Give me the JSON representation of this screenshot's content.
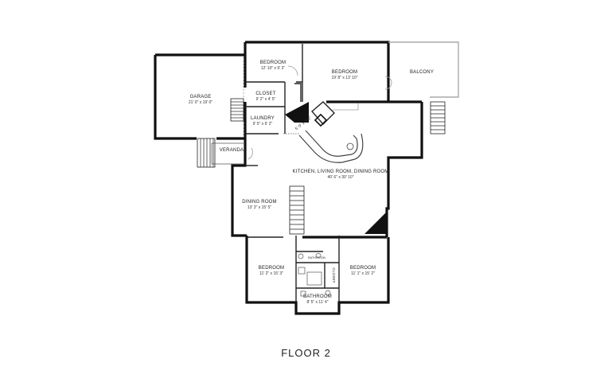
{
  "floor_label": "FLOOR 2",
  "rooms": {
    "garage": {
      "name": "GARAGE",
      "dims": "21' 0\" x 19' 0\""
    },
    "bedroom_top_left": {
      "name": "BEDROOM",
      "dims": "12' 10\" x 9' 3\""
    },
    "bedroom_top_right": {
      "name": "BEDROOM",
      "dims": "19' 8\" x 13' 10\""
    },
    "balcony": {
      "name": "BALCONY"
    },
    "closet_top": {
      "name": "CLOSET",
      "dims": "9' 2\" x 4' 5\""
    },
    "laundry": {
      "name": "LAUNDRY",
      "dims": "9' 5\" x 6' 2\""
    },
    "pantry": {
      "dims": "5' 0\" x 3' 6\""
    },
    "veranda": {
      "name": "VERANDA"
    },
    "kitchen": {
      "name": "KITCHEN, LIVING ROOM, DINING ROOM",
      "dims": "40' 6\" x 30' 10\""
    },
    "dining": {
      "name": "DINING ROOM",
      "dims": "13' 3\" x 15' 5\""
    },
    "bedroom_bottom_left": {
      "name": "BEDROOM",
      "dims": "11' 2\" x 15' 3\""
    },
    "bedroom_bottom_right": {
      "name": "BEDROOM",
      "dims": "11' 1\" x 15' 2\""
    },
    "closet_small": {
      "name": "CLOSET"
    },
    "bathroom_small": {
      "name": "BATHROOM"
    },
    "bathroom": {
      "name": "BATHROOM",
      "dims": "8' 5\" x 11' 4\""
    }
  }
}
